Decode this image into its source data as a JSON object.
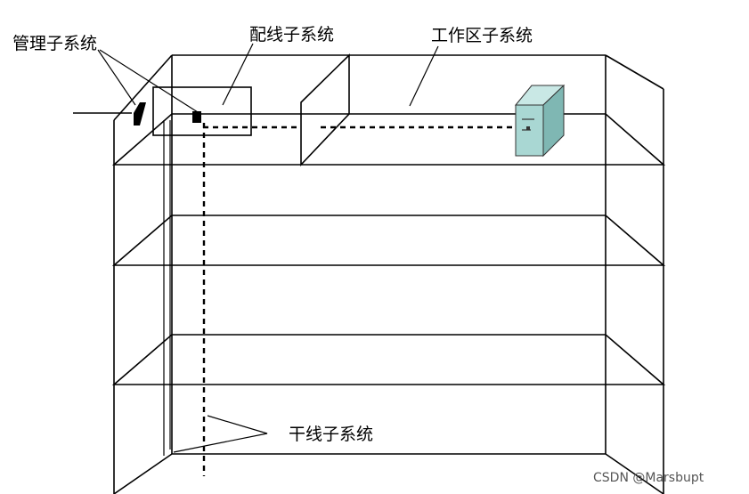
{
  "labels": {
    "management": "管理子系统",
    "wiring": "配线子系统",
    "work_area": "工作区子系统",
    "backbone": "干线子系统"
  },
  "watermark": "CSDN @Marsbupt",
  "colors": {
    "line": "#000000",
    "computer_front": "#a9d7d3",
    "computer_side": "#7fb7b3",
    "computer_top": "#c9e8e5"
  },
  "icons": {
    "computer": "computer-tower-icon",
    "outlet": "wall-outlet-icon",
    "panel": "patch-panel-icon"
  }
}
